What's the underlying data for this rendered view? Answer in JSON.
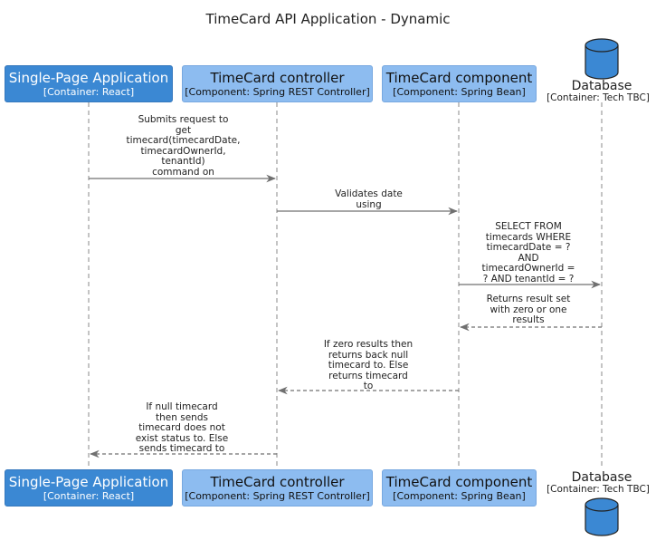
{
  "title": "TimeCard API Application - Dynamic",
  "participants": {
    "spa": {
      "name": "Single-Page Application",
      "tech": "[Container: React]"
    },
    "controller": {
      "name": "TimeCard controller",
      "tech": "[Component: Spring REST Controller]"
    },
    "component": {
      "name": "TimeCard component",
      "tech": "[Component: Spring Bean]"
    },
    "database": {
      "name": "Database",
      "tech": "[Container: Tech TBC]"
    }
  },
  "messages": [
    {
      "lines": [
        "Submits request to",
        "get",
        "timecard(timecardDate,",
        "timecardOwnerId,",
        "tenantId)",
        "command on"
      ]
    },
    {
      "lines": [
        "Validates date",
        "using"
      ]
    },
    {
      "lines": [
        "SELECT FROM",
        "timecards WHERE",
        "timecardDate = ?",
        "AND",
        "timecardOwnerId =",
        "? AND tenantId = ?"
      ]
    },
    {
      "lines": [
        "Returns result set",
        "with zero or one",
        "results"
      ]
    },
    {
      "lines": [
        "If zero results then",
        "returns back null",
        "timecard to. Else",
        "returns timecard",
        "to"
      ]
    },
    {
      "lines": [
        "If null timecard",
        "then sends",
        "timecard does not",
        "exist status to. Else",
        "sends timecard to"
      ]
    }
  ],
  "colors": {
    "container_blue": "#3b88d3",
    "component_blue": "#8dbcf0",
    "database_blue": "#3b88d3",
    "line_gray": "#707070"
  }
}
